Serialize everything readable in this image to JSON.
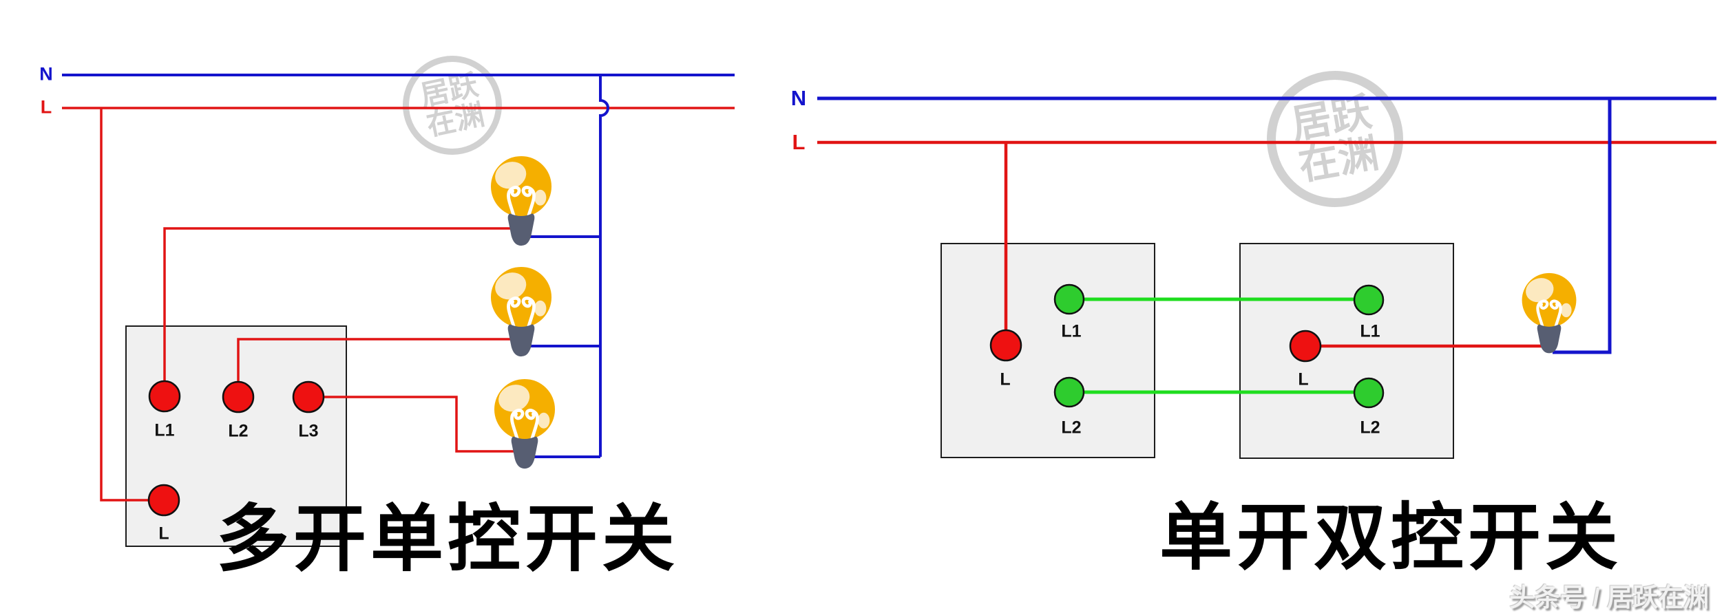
{
  "left_diagram": {
    "neutral_label": "N",
    "live_label": "L",
    "switch_box": {
      "terminal_l1": "L1",
      "terminal_l2": "L2",
      "terminal_l3": "L3",
      "terminal_l": "L"
    },
    "bulb_count": 3,
    "caption": "多开单控开关"
  },
  "right_diagram": {
    "neutral_label": "N",
    "live_label": "L",
    "switch_box_left": {
      "terminal_l": "L",
      "terminal_l1": "L1",
      "terminal_l2": "L2"
    },
    "switch_box_right": {
      "terminal_l": "L",
      "terminal_l1": "L1",
      "terminal_l2": "L2"
    },
    "bulb_count": 1,
    "caption": "单开双控开关"
  },
  "watermarks": {
    "seal_text": "居跃在渊",
    "credit": "头条号 / 居跃在渊"
  },
  "colors": {
    "neutral_wire": "#1414cc",
    "live_wire": "#e11414",
    "traveler_wire": "#1fdd1f",
    "terminal_red": "#ee1111",
    "terminal_green": "#2ecc2e",
    "box_fill": "#f0f0f0",
    "bulb_glass": "#f5af00",
    "bulb_highlight": "#fce9c0",
    "bulb_base": "#575e72",
    "seal_gray": "#c6c6c6"
  }
}
